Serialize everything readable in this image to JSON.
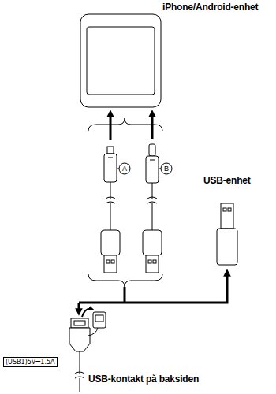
{
  "diagram": {
    "nodes": [
      {
        "text": [
          "(USB1)5V⎓1.5A"
        ]
      }
    ],
    "labels": [
      "iPhone/Android-enhet",
      "A",
      "B",
      "USB-enhet",
      "USB-kontakt på baksiden"
    ]
  }
}
